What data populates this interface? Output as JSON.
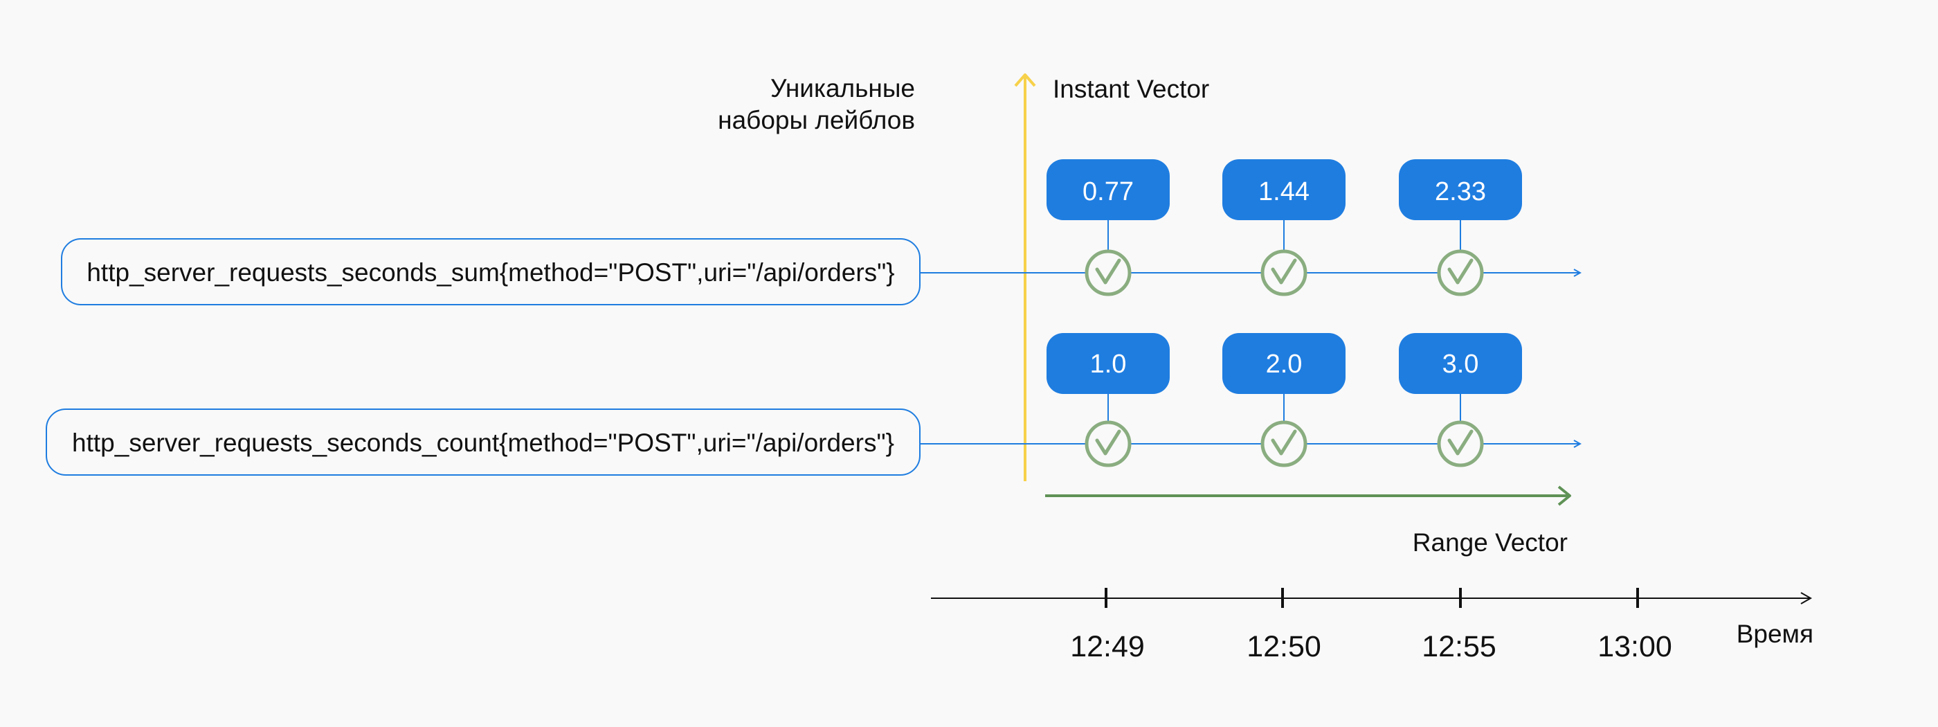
{
  "y_axis_title": [
    "Уникальные",
    "наборы лейблов"
  ],
  "instant_vector_label": "Instant Vector",
  "range_vector_label": "Range Vector",
  "time_axis_label": "Время",
  "time_ticks": [
    "12:49",
    "12:50",
    "12:55",
    "13:00"
  ],
  "series": [
    {
      "label": "http_server_requests_seconds_sum{method=\"POST\",uri=\"/api/orders\"}",
      "values": [
        "0.77",
        "1.44",
        "2.33"
      ]
    },
    {
      "label": "http_server_requests_seconds_count{method=\"POST\",uri=\"/api/orders\"}",
      "values": [
        "1.0",
        "2.0",
        "3.0"
      ]
    }
  ],
  "colors": {
    "instant_axis": "#f7d14a",
    "series_line": "#1f7de0",
    "value_box": "#1f7de0",
    "check": "#8aad80",
    "range_arrow": "#5f9256",
    "time_axis": "#111111"
  }
}
